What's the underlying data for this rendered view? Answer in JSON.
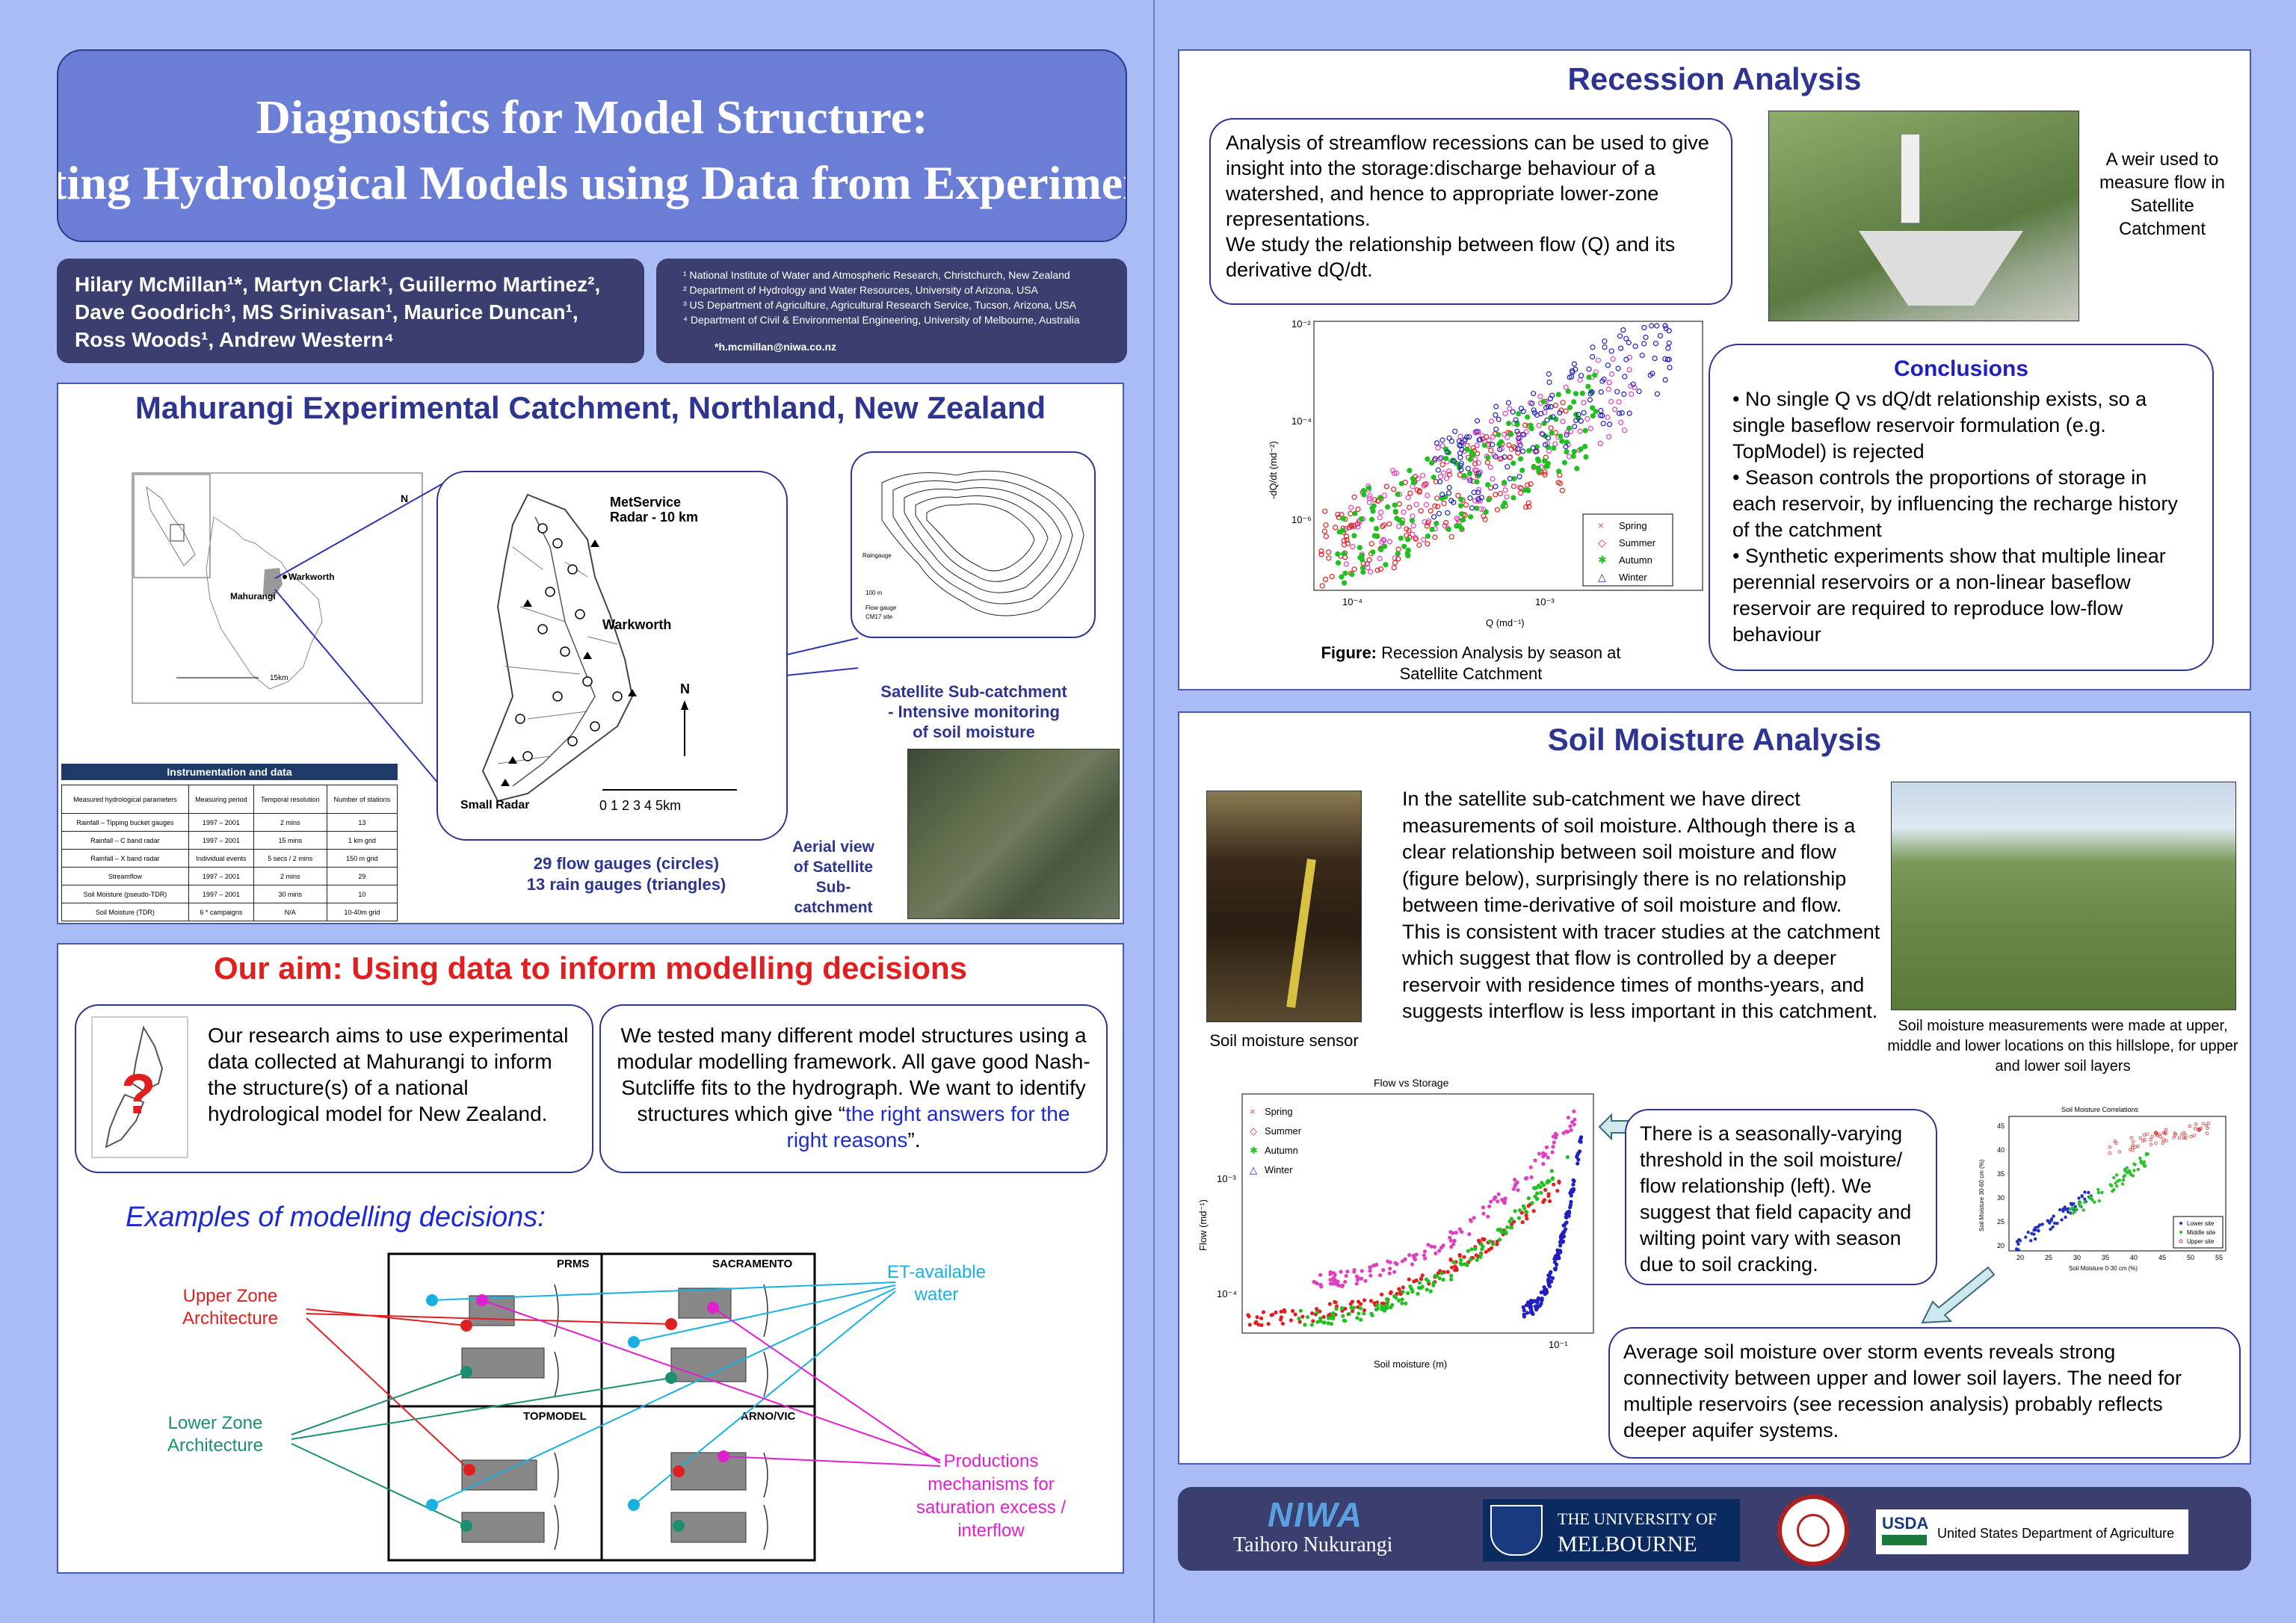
{
  "title": {
    "line1": "Diagnostics for Model Structure:",
    "line2": "Testing Hydrological Models using Data from Experimental Catchments"
  },
  "authors": {
    "line1": "Hilary McMillan¹*, Martyn Clark¹, Guillermo Martinez²,",
    "line2": "Dave Goodrich³, MS Srinivasan¹, Maurice Duncan¹,",
    "line3": "Ross Woods¹, Andrew Western⁴"
  },
  "affiliations": [
    "¹ National Institute of Water and Atmospheric Research, Christchurch, New Zealand",
    "² Department of Hydrology and Water Resources, University of Arizona, USA",
    "³ US Department of Agriculture, Agricultural Research Service, Tucson, Arizona, USA",
    "⁴ Department of Civil & Environmental Engineering, University of Melbourne, Australia"
  ],
  "email": "*h.mcmillan@niwa.co.nz",
  "mahurangi": {
    "title": "Mahurangi Experimental Catchment, Northland, New Zealand",
    "map_labels": {
      "north": "N",
      "warkworth": "Warkworth",
      "mahurangi": "Mahurangi",
      "scale": "15km"
    },
    "catchment_labels": {
      "metservice": "MetService",
      "radar10": "Radar - 10 km",
      "warkworth": "Warkworth",
      "small_radar": "Small Radar",
      "north": "N",
      "scale": "0   1   2   3   4   5km"
    },
    "gauges_caption_1": "29 flow gauges (circles)",
    "gauges_caption_2": "13 rain gauges (triangles)",
    "sat_caption_1": "Satellite Sub-catchment",
    "sat_caption_2": "- Intensive monitoring",
    "sat_caption_3": "of soil moisture",
    "aerial_caption_1": "Aerial view",
    "aerial_caption_2": "of Satellite",
    "aerial_caption_3": "Sub-",
    "aerial_caption_4": "catchment",
    "sat_legend": {
      "raingauge": "Raingauge",
      "flow_gauge": "Flow gauge",
      "cm": "CM17 site",
      "scale": "100 m"
    },
    "table": {
      "title": "Instrumentation and data",
      "headers": [
        "Measured hydrological parameters",
        "Measuring period",
        "Temporal resolution",
        "Number of stations"
      ],
      "rows": [
        [
          "Rainfall – Tipping bucket gauges",
          "1997 – 2001",
          "2 mins",
          "13"
        ],
        [
          "Rainfall – C band radar",
          "1997 – 2001",
          "15 mins",
          "1 km grid"
        ],
        [
          "Rainfall – X band radar",
          "Individual events",
          "5 secs / 2 mins",
          "150 m grid"
        ],
        [
          "Streamflow",
          "1997 – 2001",
          "2 mins",
          "29"
        ],
        [
          "Soil Moisture (pseudo-TDR)",
          "1997 – 2001",
          "30 mins",
          "10"
        ],
        [
          "Soil Moisture (TDR)",
          "6 * campaigns",
          "N/A",
          "10-40m grid"
        ]
      ]
    }
  },
  "aim": {
    "title": "Our aim: Using data to inform modelling decisions",
    "qmark": "?",
    "box1": "Our research aims to use experimental data collected at Mahurangi to inform the structure(s) of a national hydrological model for New Zealand.",
    "box2_pre": "We tested many different model structures using a modular modelling framework. All gave good Nash-Sutcliffe fits to the hydrograph. We want to identify structures which give “",
    "box2_link": "the right answers for the right reasons",
    "box2_post": "”.",
    "examples": "Examples of modelling decisions:",
    "labels": {
      "upper": "Upper Zone Architecture",
      "lower": "Lower Zone Architecture",
      "et": "ET-available water",
      "prod": "Productions mechanisms for saturation excess / interflow"
    },
    "models": [
      "PRMS",
      "SACRAMENTO",
      "TOPMODEL",
      "ARNO/VIC"
    ]
  },
  "recession": {
    "title": "Recession Analysis",
    "text": "Analysis of streamflow recessions can be used to give insight into the storage:discharge behaviour of a watershed, and hence to appropriate lower-zone representations.\nWe study the relationship between flow (Q) and its derivative dQ/dt.",
    "weir_caption": "A weir used to measure flow in Satellite Catchment",
    "fig_caption_bold": "Figure:",
    "fig_caption": " Recession Analysis by season at Satellite Catchment",
    "conclusions_title": "Conclusions",
    "conclusions": [
      "• No single Q vs dQ/dt relationship exists, so a single baseflow reservoir formulation (e.g. TopModel) is rejected",
      "• Season controls the proportions of storage in each reservoir, by influencing the recharge history of the catchment",
      "• Synthetic experiments show that multiple linear perennial reservoirs or a non-linear baseflow reservoir are required to reproduce low-flow behaviour"
    ]
  },
  "soil": {
    "title": "Soil Moisture Analysis",
    "text": "In the satellite sub-catchment we have direct measurements of soil moisture.  Although there is a clear relationship between soil moisture and flow (figure below), surprisingly there is no relationship between time-derivative of soil moisture and flow. This is consistent with tracer studies at the catchment which suggest that flow is controlled by a deeper reservoir with residence times of months-years, and suggests interflow is less important in this catchment.",
    "sensor_caption": "Soil moisture sensor",
    "hill_caption": "Soil moisture measurements were made at upper, middle and lower locations on this hillslope, for upper and lower soil layers",
    "threshold": "There is a seasonally-varying threshold in the soil moisture/ flow relationship (left). We suggest that field capacity and wilting point vary with season due to soil cracking.",
    "average": "Average soil moisture over storm events reveals strong connectivity between upper and lower soil layers. The need for multiple reservoirs (see recession analysis) probably reflects deeper aquifer systems."
  },
  "logos": {
    "niwa": "NIWA",
    "niwa_sub": "Taihoro Nukurangi",
    "melb1": "THE UNIVERSITY OF",
    "melb2": "MELBOURNE",
    "usda": "USDA",
    "usda_full": "United States Department of Agriculture"
  },
  "chart_data": [
    {
      "type": "scatter",
      "title": "",
      "xlabel": "Q (md⁻¹)",
      "ylabel": "-dQ/dt (md⁻²)",
      "x_scale": "log",
      "y_scale": "log",
      "x_ticks": [
        "10⁻⁴",
        "10⁻³"
      ],
      "y_ticks": [
        "10⁻²",
        "10⁻⁴",
        "10⁻⁶"
      ],
      "legend": "bottom-right",
      "series": [
        {
          "name": "Spring",
          "color": "#e040c0",
          "marker": "x"
        },
        {
          "name": "Summer",
          "color": "#e02020",
          "marker": "diamond"
        },
        {
          "name": "Autumn",
          "color": "#20c020",
          "marker": "asterisk"
        },
        {
          "name": "Winter",
          "color": "#2020c0",
          "marker": "triangle"
        }
      ]
    },
    {
      "type": "scatter",
      "title": "Flow vs Storage",
      "xlabel": "Soil moisture (m)",
      "ylabel": "Flow (md⁻¹)",
      "x_scale": "log",
      "y_scale": "log",
      "x_ticks": [
        "10⁻¹"
      ],
      "y_ticks": [
        "10⁻³",
        "10⁻⁴"
      ],
      "legend": "top-left",
      "series": [
        {
          "name": "Spring",
          "color": "#e040c0"
        },
        {
          "name": "Summer",
          "color": "#e02020"
        },
        {
          "name": "Autumn",
          "color": "#20c020"
        },
        {
          "name": "Winter",
          "color": "#2020c0"
        }
      ]
    },
    {
      "type": "scatter",
      "title": "Soil Moisture Correlations",
      "xlabel": "Soil Moisture 0-30 cm (%)",
      "ylabel": "Soil Moisture 30-60 cm (%)",
      "x_ticks": [
        "20",
        "25",
        "30",
        "35",
        "40",
        "45",
        "50",
        "55"
      ],
      "y_ticks": [
        "20",
        "25",
        "30",
        "35",
        "40",
        "45"
      ],
      "legend": "bottom-right",
      "series": [
        {
          "name": "Lower site",
          "color": "#2030c0"
        },
        {
          "name": "Middle site",
          "color": "#30c030"
        },
        {
          "name": "Upper site",
          "color": "#e03030"
        }
      ]
    }
  ]
}
